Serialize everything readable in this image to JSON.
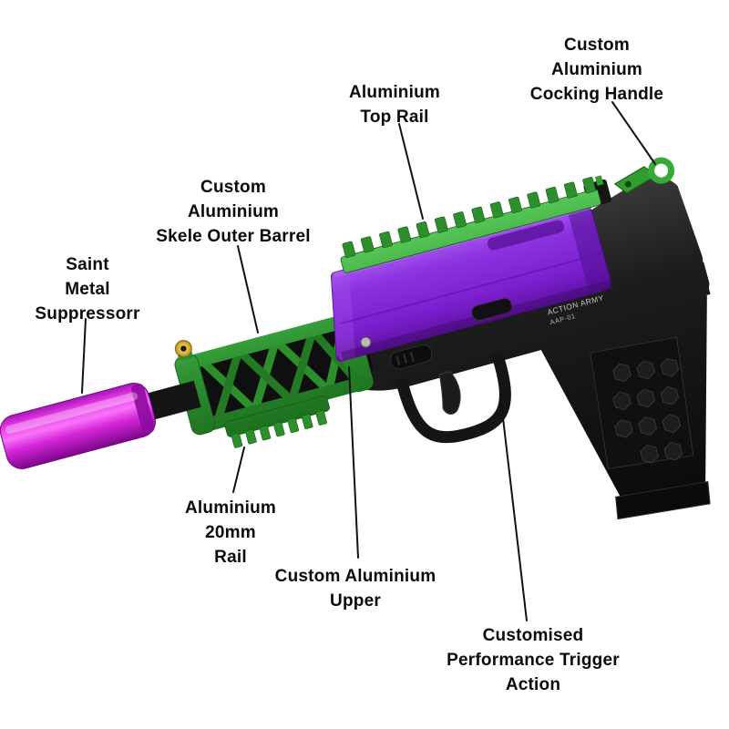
{
  "page": {
    "background": "#ffffff"
  },
  "colors": {
    "suppressor_magenta": "#d626d9",
    "upper_purple": "#7a1fce",
    "accent_green": "#2c8f2c",
    "frame_black": "#141414",
    "sight_gold": "#d9b23a",
    "label_text": "#0a0a0a",
    "leader_line": "#111111"
  },
  "diagram": {
    "subject": "custom-two-tone-airsoft-pistol",
    "labels": [
      {
        "id": "cocking-handle",
        "text": "Custom\nAluminium\nCocking Handle"
      },
      {
        "id": "top-rail",
        "text": "Aluminium\nTop Rail"
      },
      {
        "id": "skele-outer-barrel",
        "text": "Custom\nAluminium\nSkele Outer Barrel"
      },
      {
        "id": "suppressor",
        "text": "Saint\nMetal\nSuppressorr"
      },
      {
        "id": "20mm-rail",
        "text": "Aluminium\n20mm\nRail"
      },
      {
        "id": "upper",
        "text": "Custom Aluminium\nUpper"
      },
      {
        "id": "trigger",
        "text": "Customised\nPerformance Trigger\nAction"
      }
    ],
    "receiver_marking": {
      "line1": "ACTION ARMY",
      "line2": "AAP-01"
    }
  }
}
